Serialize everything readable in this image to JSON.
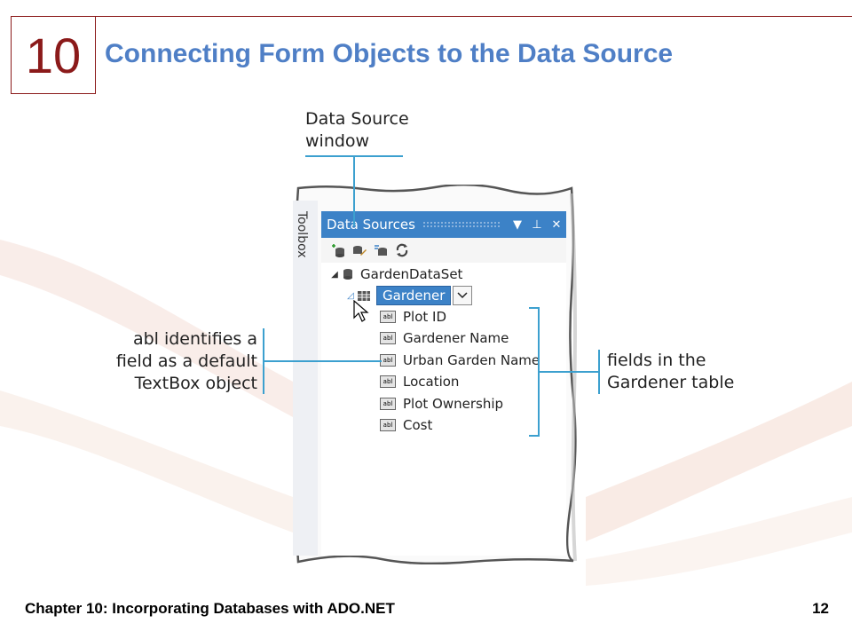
{
  "slide": {
    "chapter_number": "10",
    "title": "Connecting Form Objects to the Data Source"
  },
  "footer": {
    "chapter_label": "Chapter 10: Incorporating Databases with ADO.NET",
    "page_number": "12"
  },
  "ide": {
    "toolbox_label": "Toolbox",
    "panel_title": "Data Sources",
    "title_buttons": {
      "dropdown_icon": "▼",
      "pin_icon": "⊥",
      "close_icon": "✕"
    },
    "toolbar_icons": [
      "add-data-source-icon",
      "edit-dataset-icon",
      "configure-dataset-icon",
      "refresh-icon"
    ],
    "dataset_name": "GardenDataSet",
    "table_name": "Gardener",
    "fields": [
      {
        "icon": "abl",
        "label": "Plot ID"
      },
      {
        "icon": "abl",
        "label": "Gardener Name"
      },
      {
        "icon": "abl",
        "label": "Urban Garden Name"
      },
      {
        "icon": "abl",
        "label": "Location"
      },
      {
        "icon": "abl",
        "label": "Plot Ownership"
      },
      {
        "icon": "abl",
        "label": "Cost"
      }
    ]
  },
  "callouts": {
    "data_source_window": [
      "Data Source",
      "window"
    ],
    "abl_identifies": [
      "abl identifies a",
      "field as a default",
      "TextBox object"
    ],
    "fields_in_table": [
      "fields in the",
      "Gardener table"
    ]
  },
  "colors": {
    "accent_red": "#8b1a1a",
    "title_blue": "#4f7fc6",
    "vs_blue": "#3c82c7",
    "callout_line": "#3ca0cf"
  }
}
